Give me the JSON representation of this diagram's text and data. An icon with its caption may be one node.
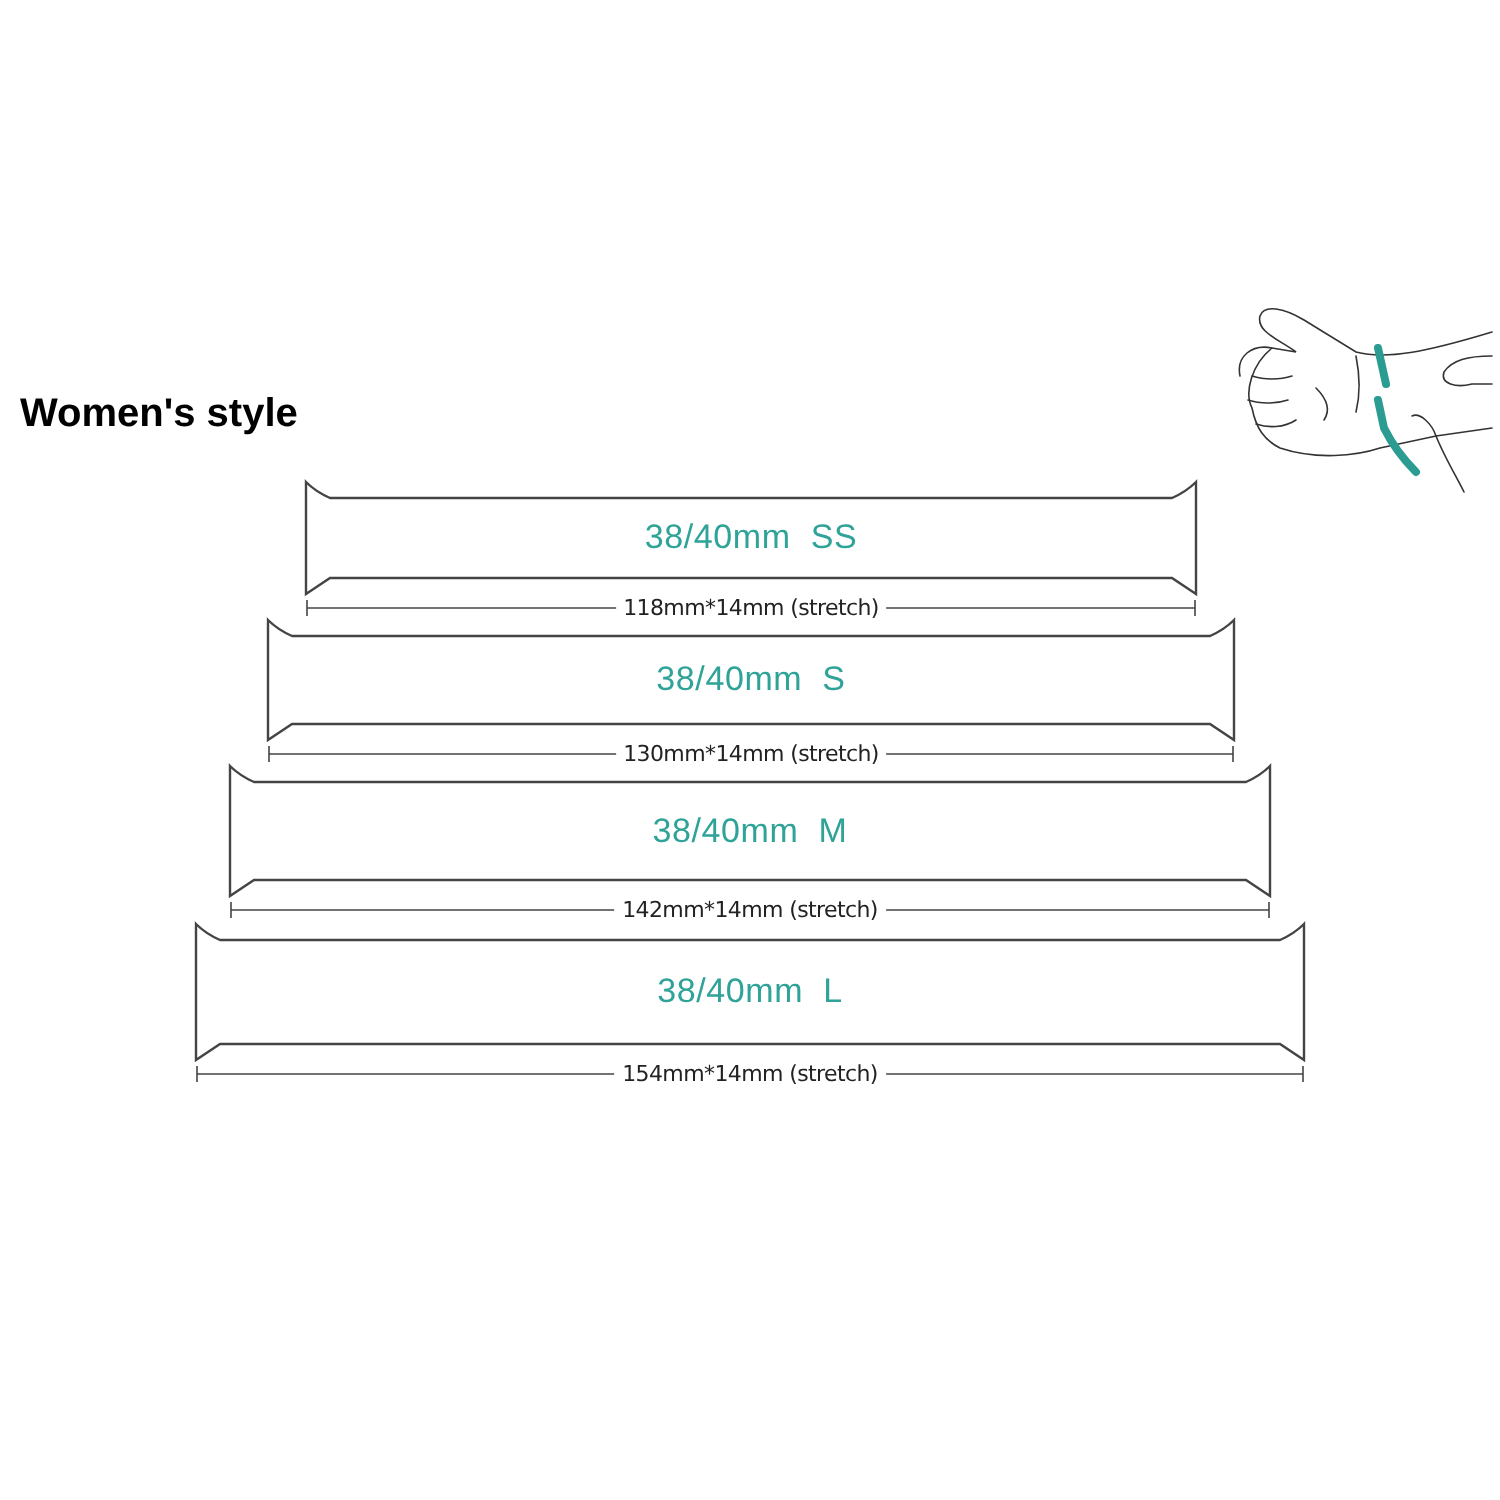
{
  "diagram": {
    "title": "Women's style",
    "nodes": [
      {
        "text": [
          "38/40mm  SS"
        ],
        "beside": [
          "118mm*14mm (stretch)"
        ]
      },
      {
        "text": [
          "38/40mm  S"
        ],
        "beside": [
          "130mm*14mm (stretch)"
        ]
      },
      {
        "text": [
          "38/40mm  M"
        ],
        "beside": [
          "142mm*14mm (stretch)"
        ]
      },
      {
        "text": [
          "38/40mm  L"
        ],
        "beside": [
          "154mm*14mm (stretch)"
        ]
      }
    ]
  }
}
